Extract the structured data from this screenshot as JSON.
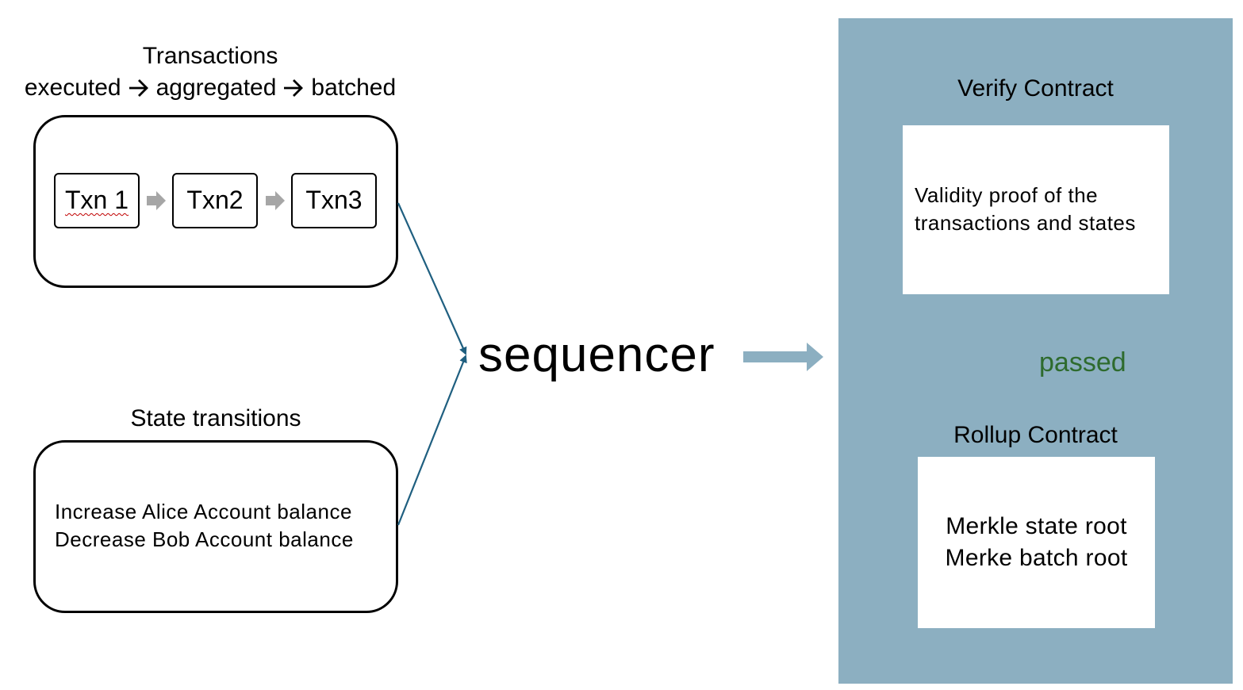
{
  "transactions": {
    "title": "Transactions",
    "steps": [
      "executed",
      "aggregated",
      "batched"
    ],
    "txns": [
      "Txn 1",
      "Txn2",
      "Txn3"
    ]
  },
  "state": {
    "title": "State transitions",
    "lines": [
      "Increase Alice Account balance",
      "Decrease Bob Account balance"
    ]
  },
  "sequencer": "sequencer",
  "verify": {
    "title": "Verify Contract",
    "lines": [
      "Validity proof of the",
      "transactions and states"
    ]
  },
  "passed": "passed",
  "rollup": {
    "title": "Rollup Contract",
    "lines": [
      "Merkle state root",
      "Merke batch root"
    ]
  },
  "colors": {
    "panel": "#8cafc1",
    "connector": "#1f5f80",
    "passed_arrow": "#2e6b2e",
    "txn_arrow": "#a6a6a6"
  }
}
